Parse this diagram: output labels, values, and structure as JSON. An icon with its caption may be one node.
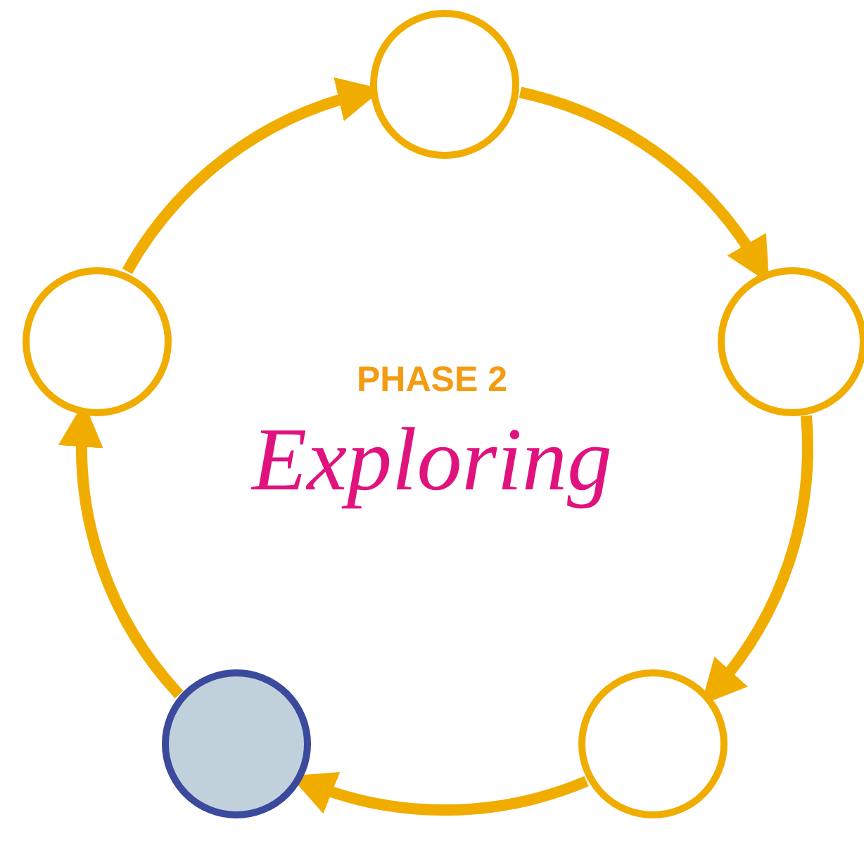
{
  "diagram": {
    "nodes": [
      {
        "text": [],
        "shape": "circle"
      },
      {
        "text": [],
        "shape": "circle"
      },
      {
        "text": [],
        "shape": "circle"
      },
      {
        "text": [],
        "shape": "circle"
      },
      {
        "text": [],
        "shape": "circle"
      }
    ],
    "edges": [
      {
        "from": 0,
        "to": 2,
        "arrow": "to"
      },
      {
        "from": 2,
        "to": 4,
        "arrow": "to"
      },
      {
        "from": 4,
        "to": 3,
        "arrow": "to"
      },
      {
        "from": 3,
        "to": 1,
        "arrow": "to"
      },
      {
        "from": 1,
        "to": 0,
        "arrow": "to"
      }
    ],
    "labels": [
      "PHASE 2",
      "Exploring"
    ]
  }
}
